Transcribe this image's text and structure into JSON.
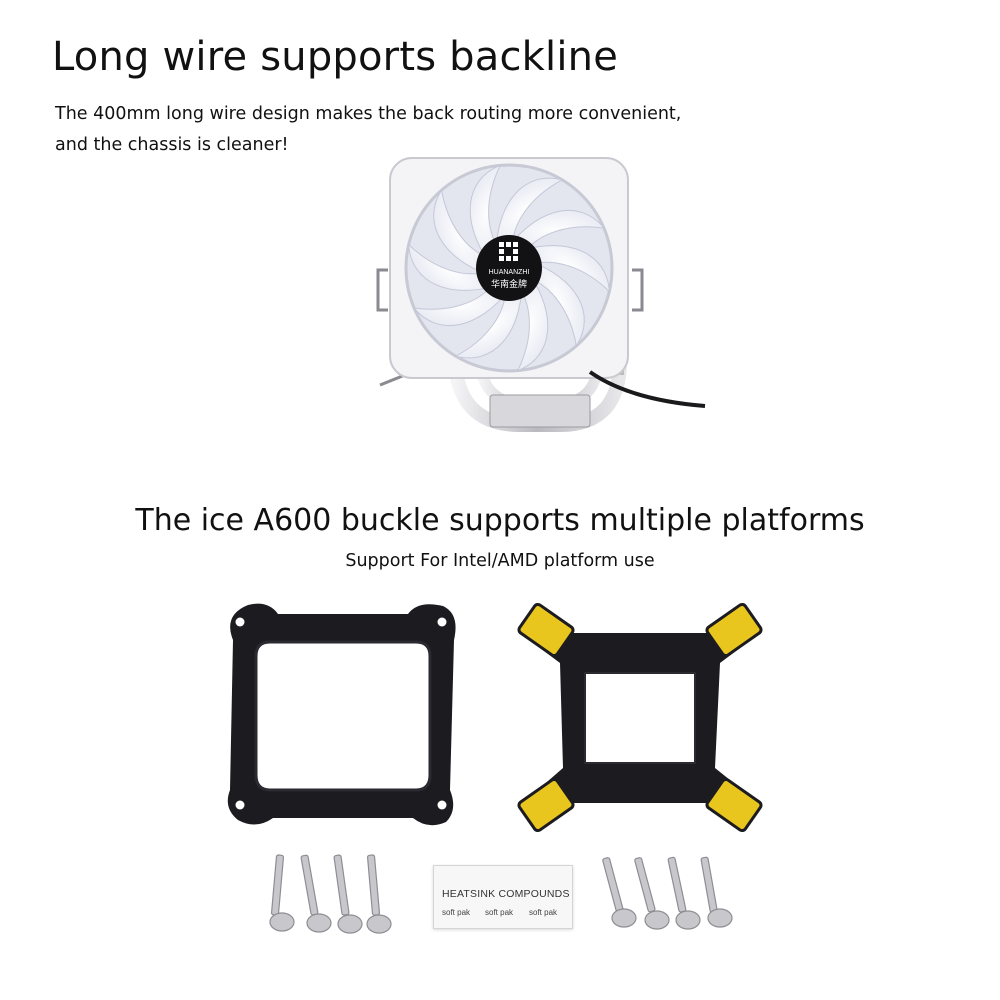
{
  "section1": {
    "heading": "Long wire supports backline",
    "description_line1": "The 400mm long wire design makes the back routing more convenient,",
    "description_line2": "and the chassis is cleaner!"
  },
  "fan": {
    "brand_en": "HUANANZHI",
    "brand_cn": "华南金牌"
  },
  "section2": {
    "heading": "The ice A600 buckle supports multiple platforms",
    "subheading": "Support For Intel/AMD platform use"
  },
  "heatsink_packet": {
    "title": "HEATSINK COMPOUNDS",
    "label1": "soft pak",
    "label2": "soft pak",
    "label3": "soft pak"
  },
  "colors": {
    "bracket_black": "#1c1b20",
    "bracket_yellow": "#e9c61e",
    "metal": "#c8c8cc",
    "fan_white": "#f2f2f5"
  }
}
